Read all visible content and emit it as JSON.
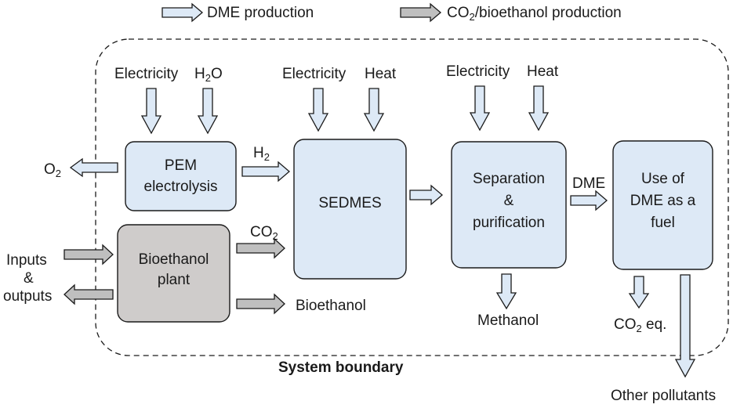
{
  "legend": {
    "dme_label": "DME production",
    "co2_label_pre": "CO",
    "co2_label_sub": "2",
    "co2_label_post": "/bioethanol production"
  },
  "boundary_label": "System boundary",
  "processes": {
    "pem": {
      "line1": "PEM",
      "line2": "electrolysis"
    },
    "bioethanol_plant": {
      "line1": "Bioethanol",
      "line2": "plant"
    },
    "sedmes": {
      "line1": "SEDMES"
    },
    "separation": {
      "line1": "Separation",
      "line2": "&",
      "line3": "purification"
    },
    "use": {
      "line1": "Use of",
      "line2": "DME as a",
      "line3": "fuel"
    }
  },
  "flows": {
    "electricity": "Electricity",
    "h2o_pre": "H",
    "h2o_sub": "2",
    "h2o_post": "O",
    "heat": "Heat",
    "o2_pre": "O",
    "o2_sub": "2",
    "h2_pre": "H",
    "h2_sub": "2",
    "co2_pre": "CO",
    "co2_sub": "2",
    "bioethanol": "Bioethanol",
    "dme": "DME",
    "methanol": "Methanol",
    "co2eq_pre": "CO",
    "co2eq_sub": "2",
    "co2eq_post": " eq.",
    "other_pollutants": "Other pollutants",
    "inputs_line1": "Inputs",
    "inputs_line2": "&",
    "inputs_line3": "outputs"
  },
  "colors": {
    "dme_arrow": "#dde9f6",
    "co2_arrow": "#bfbfbf",
    "process_box": "#dde9f6",
    "bioethanol_box": "#cfcccb"
  }
}
